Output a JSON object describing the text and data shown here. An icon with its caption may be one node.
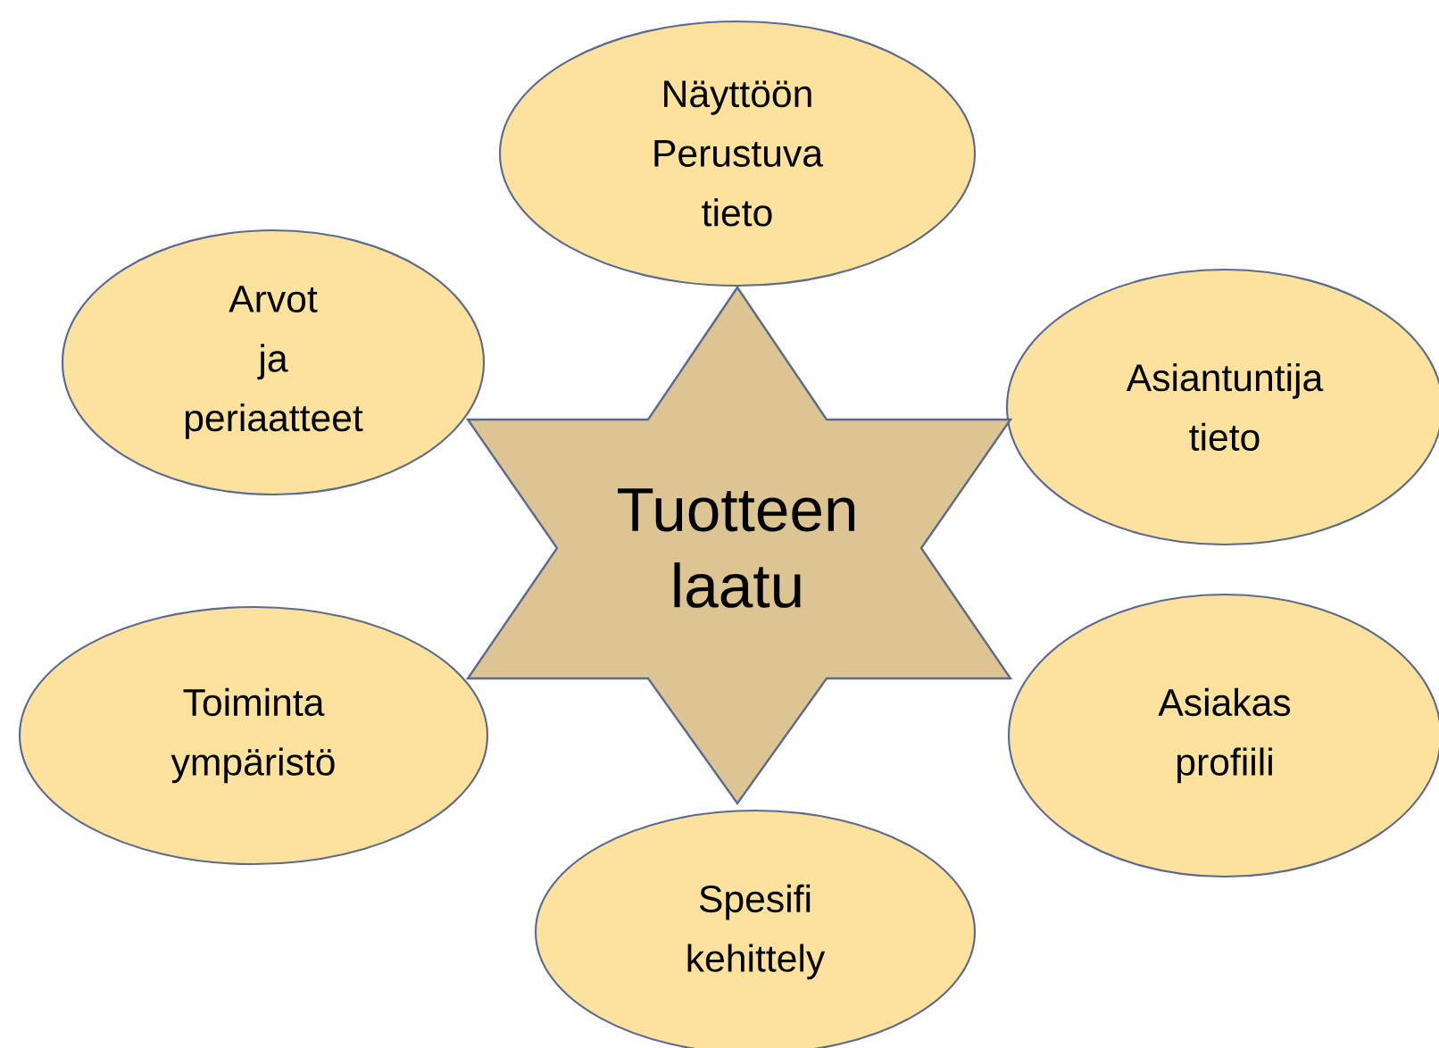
{
  "diagram": {
    "nodes": [
      {
        "text": [
          "Näyttöön Perustuva tieto"
        ]
      },
      {
        "text": [
          "Arvot ja periaatteet"
        ]
      },
      {
        "text": [
          "Asiantuntija tieto"
        ]
      },
      {
        "text": [
          "Tuotteen laatu"
        ]
      },
      {
        "text": [
          "Toiminta ympäristö"
        ]
      },
      {
        "text": [
          "Asiakas profiili"
        ]
      },
      {
        "text": [
          "Spesifi kehittely"
        ]
      }
    ]
  }
}
